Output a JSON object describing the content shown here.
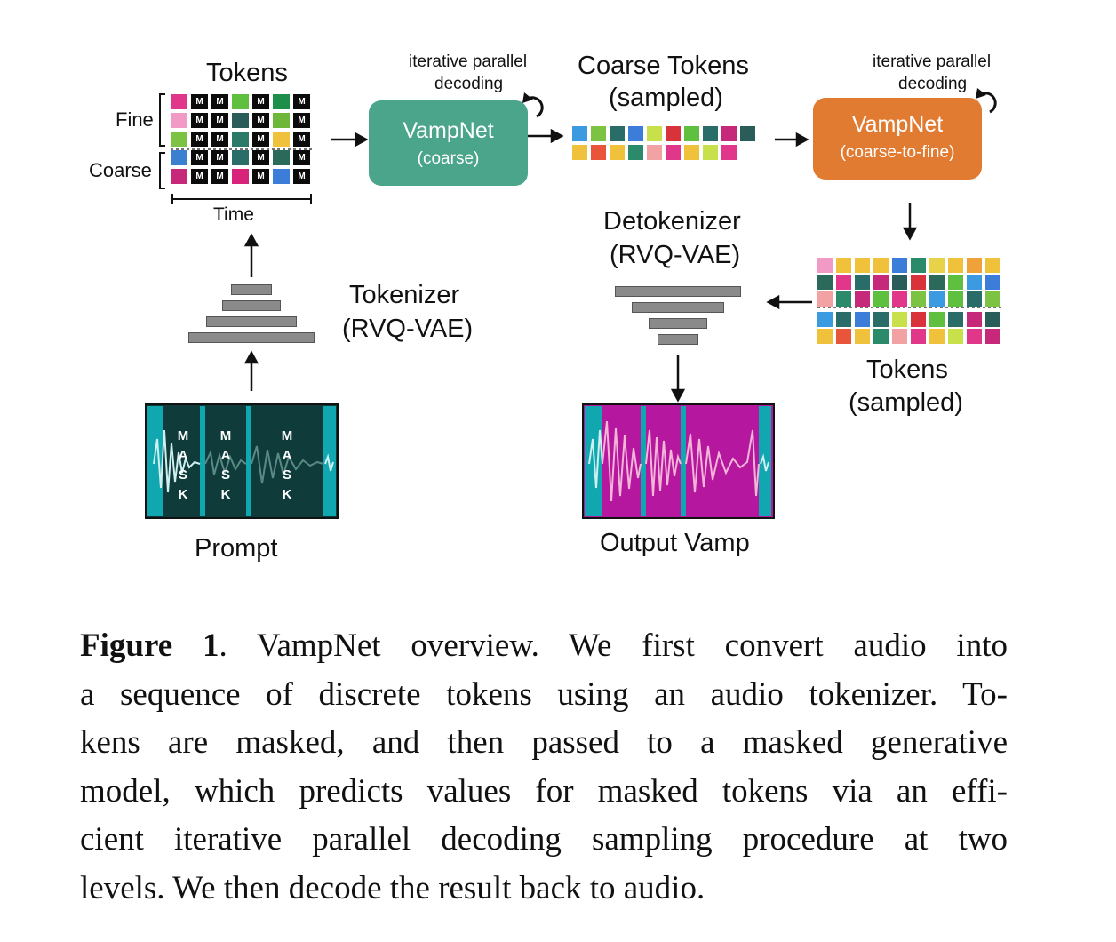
{
  "diagram": {
    "tokens_label": "Tokens",
    "fine_label": "Fine",
    "coarse_label": "Coarse",
    "time_label": "Time",
    "mask_letter": "M",
    "mask_word": [
      "M",
      "A",
      "S",
      "K"
    ],
    "prompt_label": "Prompt",
    "tokenizer_label_1": "Tokenizer",
    "tokenizer_label_2": "(RVQ-VAE)",
    "ipd_label_1_a": "iterative parallel",
    "ipd_label_1_b": "decoding",
    "vampnet_coarse_title": "VampNet",
    "vampnet_coarse_sub": "(coarse)",
    "coarse_tokens_label_1": "Coarse Tokens",
    "coarse_tokens_label_2": "(sampled)",
    "ipd_label_2_a": "iterative parallel",
    "ipd_label_2_b": "decoding",
    "vampnet_c2f_title": "VampNet",
    "vampnet_c2f_sub": "(coarse-to-fine)",
    "detokenizer_label_1": "Detokenizer",
    "detokenizer_label_2": "(RVQ-VAE)",
    "tokens_sampled_label_1": "Tokens",
    "tokens_sampled_label_2": "(sampled)",
    "output_label": "Output Vamp",
    "colors": {
      "vampnet_coarse": "#4aa58a",
      "vampnet_c2f": "#e27b32",
      "waveform_bg": "#0f3b3b",
      "waveform_teal": "#11a7b0",
      "output_magenta": "#b5179e",
      "output_wave": "#f3b6d8"
    }
  },
  "caption": {
    "label": "Figure 1",
    "lines": [
      ". VampNet overview. We first convert audio into",
      "a sequence of discrete tokens using an audio tokenizer. To-",
      "kens are masked, and then passed to a masked generative",
      "model, which predicts values for masked tokens via an effi-",
      "cient iterative parallel decoding sampling procedure at two",
      "levels. We then decode the result back to audio."
    ]
  }
}
